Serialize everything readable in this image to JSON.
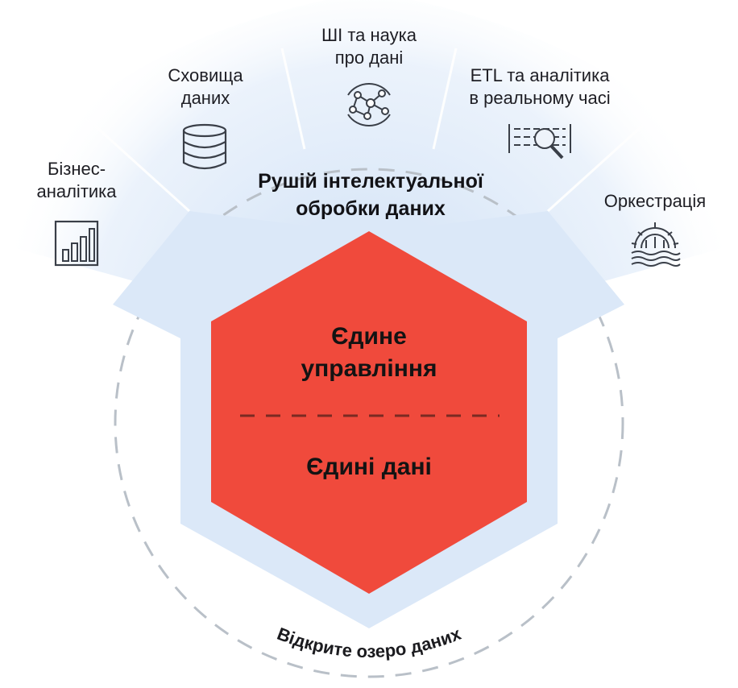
{
  "diagram": {
    "engine_label_line1": "Рушій інтелектуальної",
    "engine_label_line2": "обробки даних",
    "hex_top_line1": "Єдине",
    "hex_top_line2": "управління",
    "hex_bottom": "Єдині дані",
    "lake_label": "Відкрите озеро даних",
    "capabilities": [
      {
        "line1": "Бізнес-",
        "line2": "аналітика",
        "icon": "bar-chart-icon"
      },
      {
        "line1": "Сховища",
        "line2": "даних",
        "icon": "database-icon"
      },
      {
        "line1": "ШІ та наука",
        "line2": "про дані",
        "icon": "network-graph-icon"
      },
      {
        "line1": "ETL та аналітика",
        "line2": "в реальному часі",
        "icon": "data-search-icon"
      },
      {
        "line1": "Оркестрація",
        "line2": "",
        "icon": "orchestration-gear-icon"
      }
    ],
    "colors": {
      "hexagon": "#f04a3c",
      "halo": "#dbe8f8",
      "fan": "#e6effa",
      "dashed_circle": "#b9c0c8",
      "text": "#1e1e24",
      "icon_stroke": "#3a3f48"
    }
  }
}
